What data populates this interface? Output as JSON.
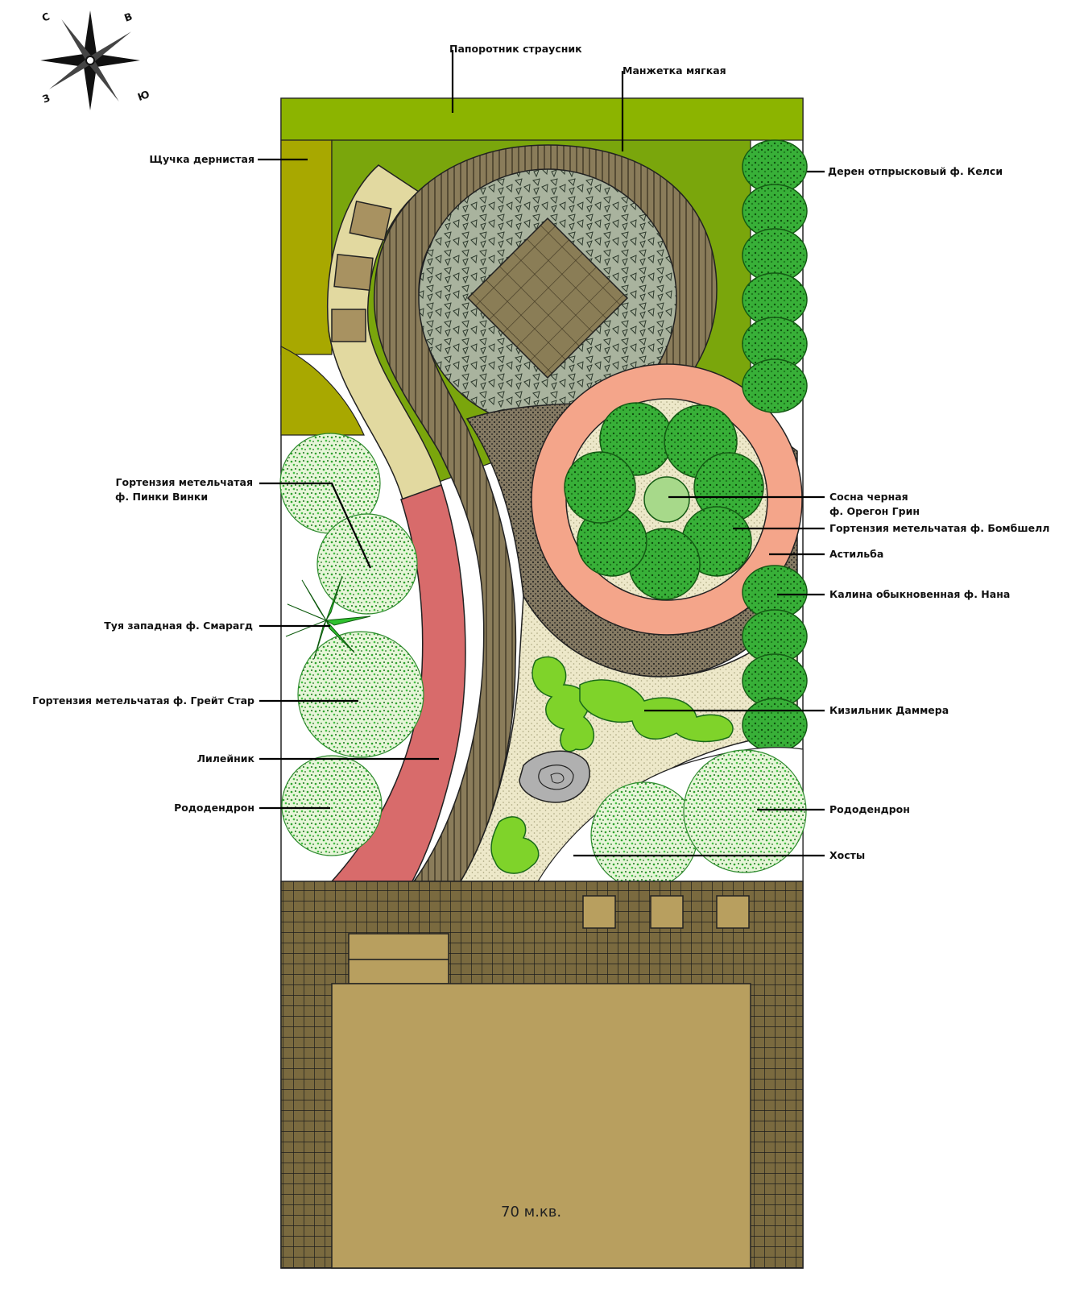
{
  "compass": {
    "letters": [
      "С",
      "В",
      "Ю",
      "З"
    ]
  },
  "labels": {
    "fern": "Папоротник страусник",
    "alchemilla": "Манжетка мягкая",
    "deschampsia": "Щучка дернистая",
    "cornus": "Дерен отпрысковый ф. Келси",
    "hydrangea_pinky": "Гортензия метельчатая\nф. Пинки Винки",
    "pine_line1": "Сосна черная",
    "pine_line2": "ф. Орегон Грин",
    "hydrangea_bombshell": "Гортензия метельчатая ф. Бомбшелл",
    "astilbe": "Астильба",
    "viburnum": "Калина обыкновенная ф. Нана",
    "thuja": "Туя западная ф. Смарагд",
    "hydrangea_great_star": "Гортензия метельчатая ф. Грейт Стар",
    "cotoneaster": "Кизильник Даммера",
    "daylily": "Лилейник",
    "rhododendron_left": "Рододендрон",
    "rhododendron_right": "Рододендрон",
    "hosta": "Хосты"
  },
  "area_label": "70 м.кв.",
  "colors": {
    "lawn_top": "#8cb400",
    "lawn": "#7aa60c",
    "grass_strip": "#a8a800",
    "sand_path": "#e2d9a0",
    "wood_deck": "#7d7050",
    "gravel": "#a9b39e",
    "paver": "#8a7d56",
    "salmon_ring": "#f4a58a",
    "red_bed": "#d86b6b",
    "terrace": "#6e5d35",
    "house": "#b89f5f",
    "shrub_dark": "#1f7a1f",
    "shrub_light": "#34b234",
    "shrub_pale": "#d8f0c8",
    "ground_cover": "#7fd32a",
    "stone": "#b0b0b0"
  }
}
